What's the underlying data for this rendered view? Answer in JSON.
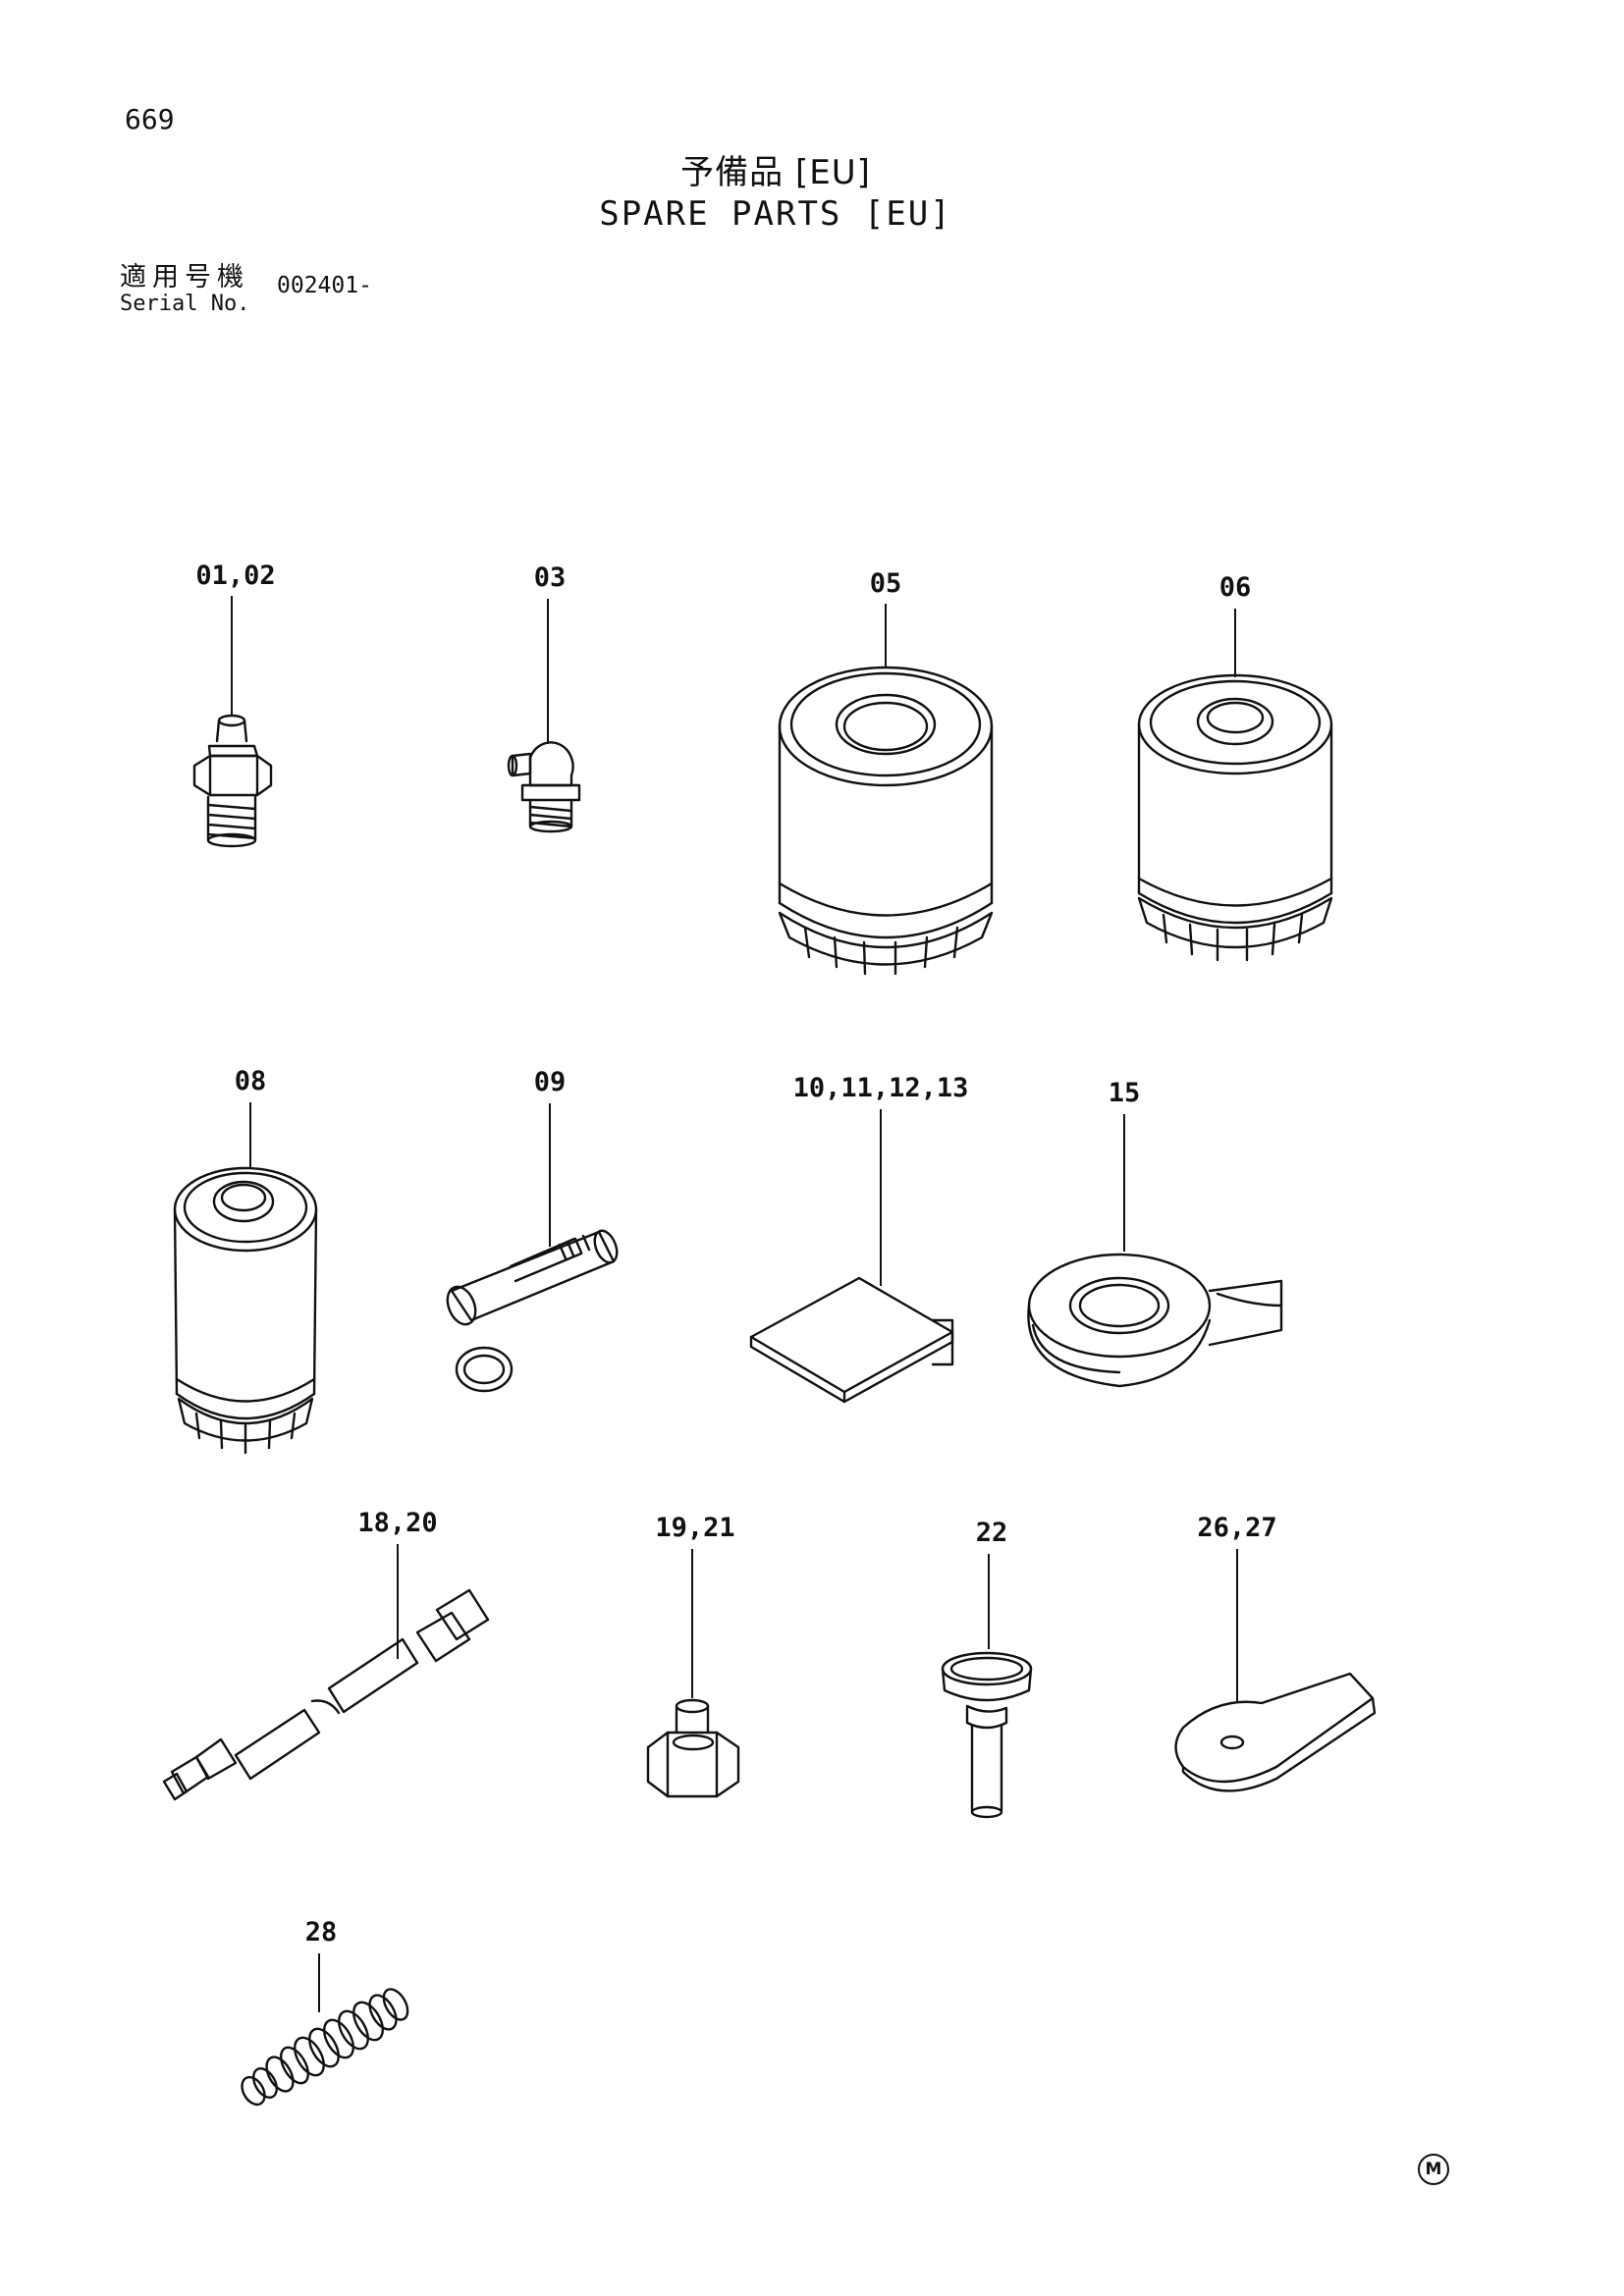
{
  "page_number": "669",
  "title_jp": "予備品 [EU]",
  "title_en": "SPARE PARTS [EU]",
  "serial": {
    "label_jp": "適用号機",
    "label_en": "Serial No.",
    "value": "002401-"
  },
  "callouts": {
    "p01_02": "01,02",
    "p03": "03",
    "p05": "05",
    "p06": "06",
    "p08": "08",
    "p09": "09",
    "p10_13": "10,11,12,13",
    "p15": "15",
    "p18_20": "18,20",
    "p19_21": "19,21",
    "p22": "22",
    "p26_27": "26,27",
    "p28": "28"
  },
  "mark": "M"
}
